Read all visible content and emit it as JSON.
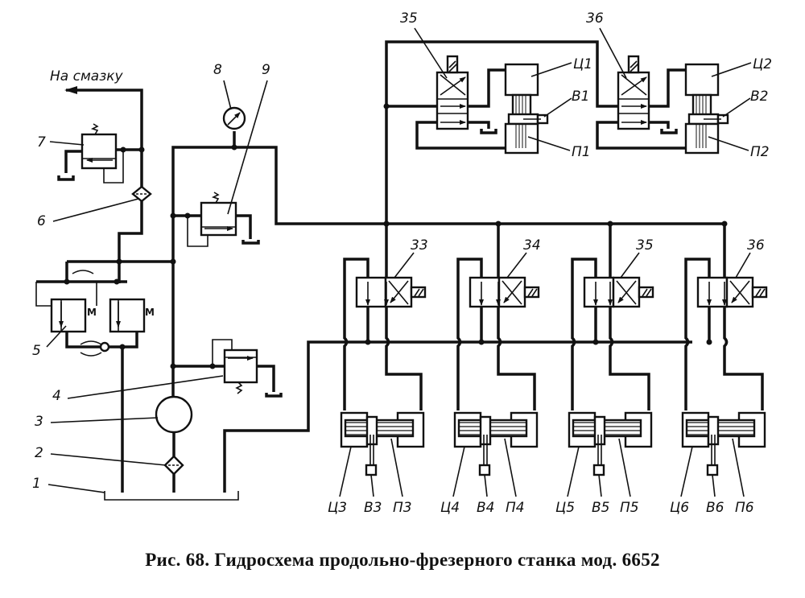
{
  "caption": "Рис. 68. Гидросхема продольно-фрезерного станка мод. 6652",
  "lube_label": "На смазку",
  "labels": {
    "l1": "1",
    "l2": "2",
    "l3": "3",
    "l4": "4",
    "l5": "5",
    "l6": "6",
    "l7": "7",
    "l8": "8",
    "l9": "9",
    "top35": "35",
    "top36": "36",
    "c1": "Ц1",
    "c2": "Ц2",
    "b1": "В1",
    "b2": "В2",
    "p1": "П1",
    "p2": "П2",
    "v33": "33",
    "v34": "34",
    "v35": "35",
    "v36": "36"
  },
  "bottom_units": [
    {
      "c": "Ц3",
      "b": "В3",
      "p": "П3"
    },
    {
      "c": "Ц4",
      "b": "В4",
      "p": "П4"
    },
    {
      "c": "Ц5",
      "b": "В5",
      "p": "П5"
    },
    {
      "c": "Ц6",
      "b": "В6",
      "p": "П6"
    }
  ],
  "components": [
    {
      "id": "1",
      "name": "tank"
    },
    {
      "id": "2",
      "name": "suction-filter"
    },
    {
      "id": "3",
      "name": "pump"
    },
    {
      "id": "4",
      "name": "relief-valve"
    },
    {
      "id": "5",
      "name": "flow-control-valves"
    },
    {
      "id": "6",
      "name": "filter"
    },
    {
      "id": "7",
      "name": "pressure-valve"
    },
    {
      "id": "8",
      "name": "pressure-gauge"
    },
    {
      "id": "9",
      "name": "pressure-reducing-valve"
    }
  ]
}
